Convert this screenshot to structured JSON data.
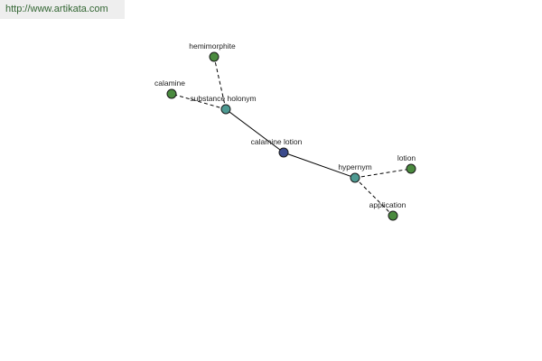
{
  "banner": {
    "url_text": "http://www.artikata.com"
  },
  "colors": {
    "leaf": "#4a8a3e",
    "relation": "#4e9a92",
    "root": "#3a4a8c",
    "edge": "#000000",
    "banner_bg": "#eeeeee",
    "banner_text": "#336633"
  },
  "graph": {
    "nodes": [
      {
        "id": "hemimorphite",
        "label": "hemimorphite",
        "kind": "leaf"
      },
      {
        "id": "calamine",
        "label": "calamine",
        "kind": "leaf"
      },
      {
        "id": "substance-holonym",
        "label": "substance holonym",
        "kind": "relation"
      },
      {
        "id": "calamine-lotion",
        "label": "calamine lotion",
        "kind": "root"
      },
      {
        "id": "hypernym",
        "label": "hypernym",
        "kind": "relation"
      },
      {
        "id": "lotion",
        "label": "lotion",
        "kind": "leaf"
      },
      {
        "id": "application",
        "label": "application",
        "kind": "leaf"
      }
    ],
    "edges": [
      {
        "from": "calamine-lotion",
        "to": "substance-holonym",
        "style": "solid"
      },
      {
        "from": "calamine-lotion",
        "to": "hypernym",
        "style": "solid"
      },
      {
        "from": "substance-holonym",
        "to": "hemimorphite",
        "style": "dashed"
      },
      {
        "from": "substance-holonym",
        "to": "calamine",
        "style": "dashed"
      },
      {
        "from": "hypernym",
        "to": "lotion",
        "style": "dashed"
      },
      {
        "from": "hypernym",
        "to": "application",
        "style": "dashed"
      }
    ]
  }
}
